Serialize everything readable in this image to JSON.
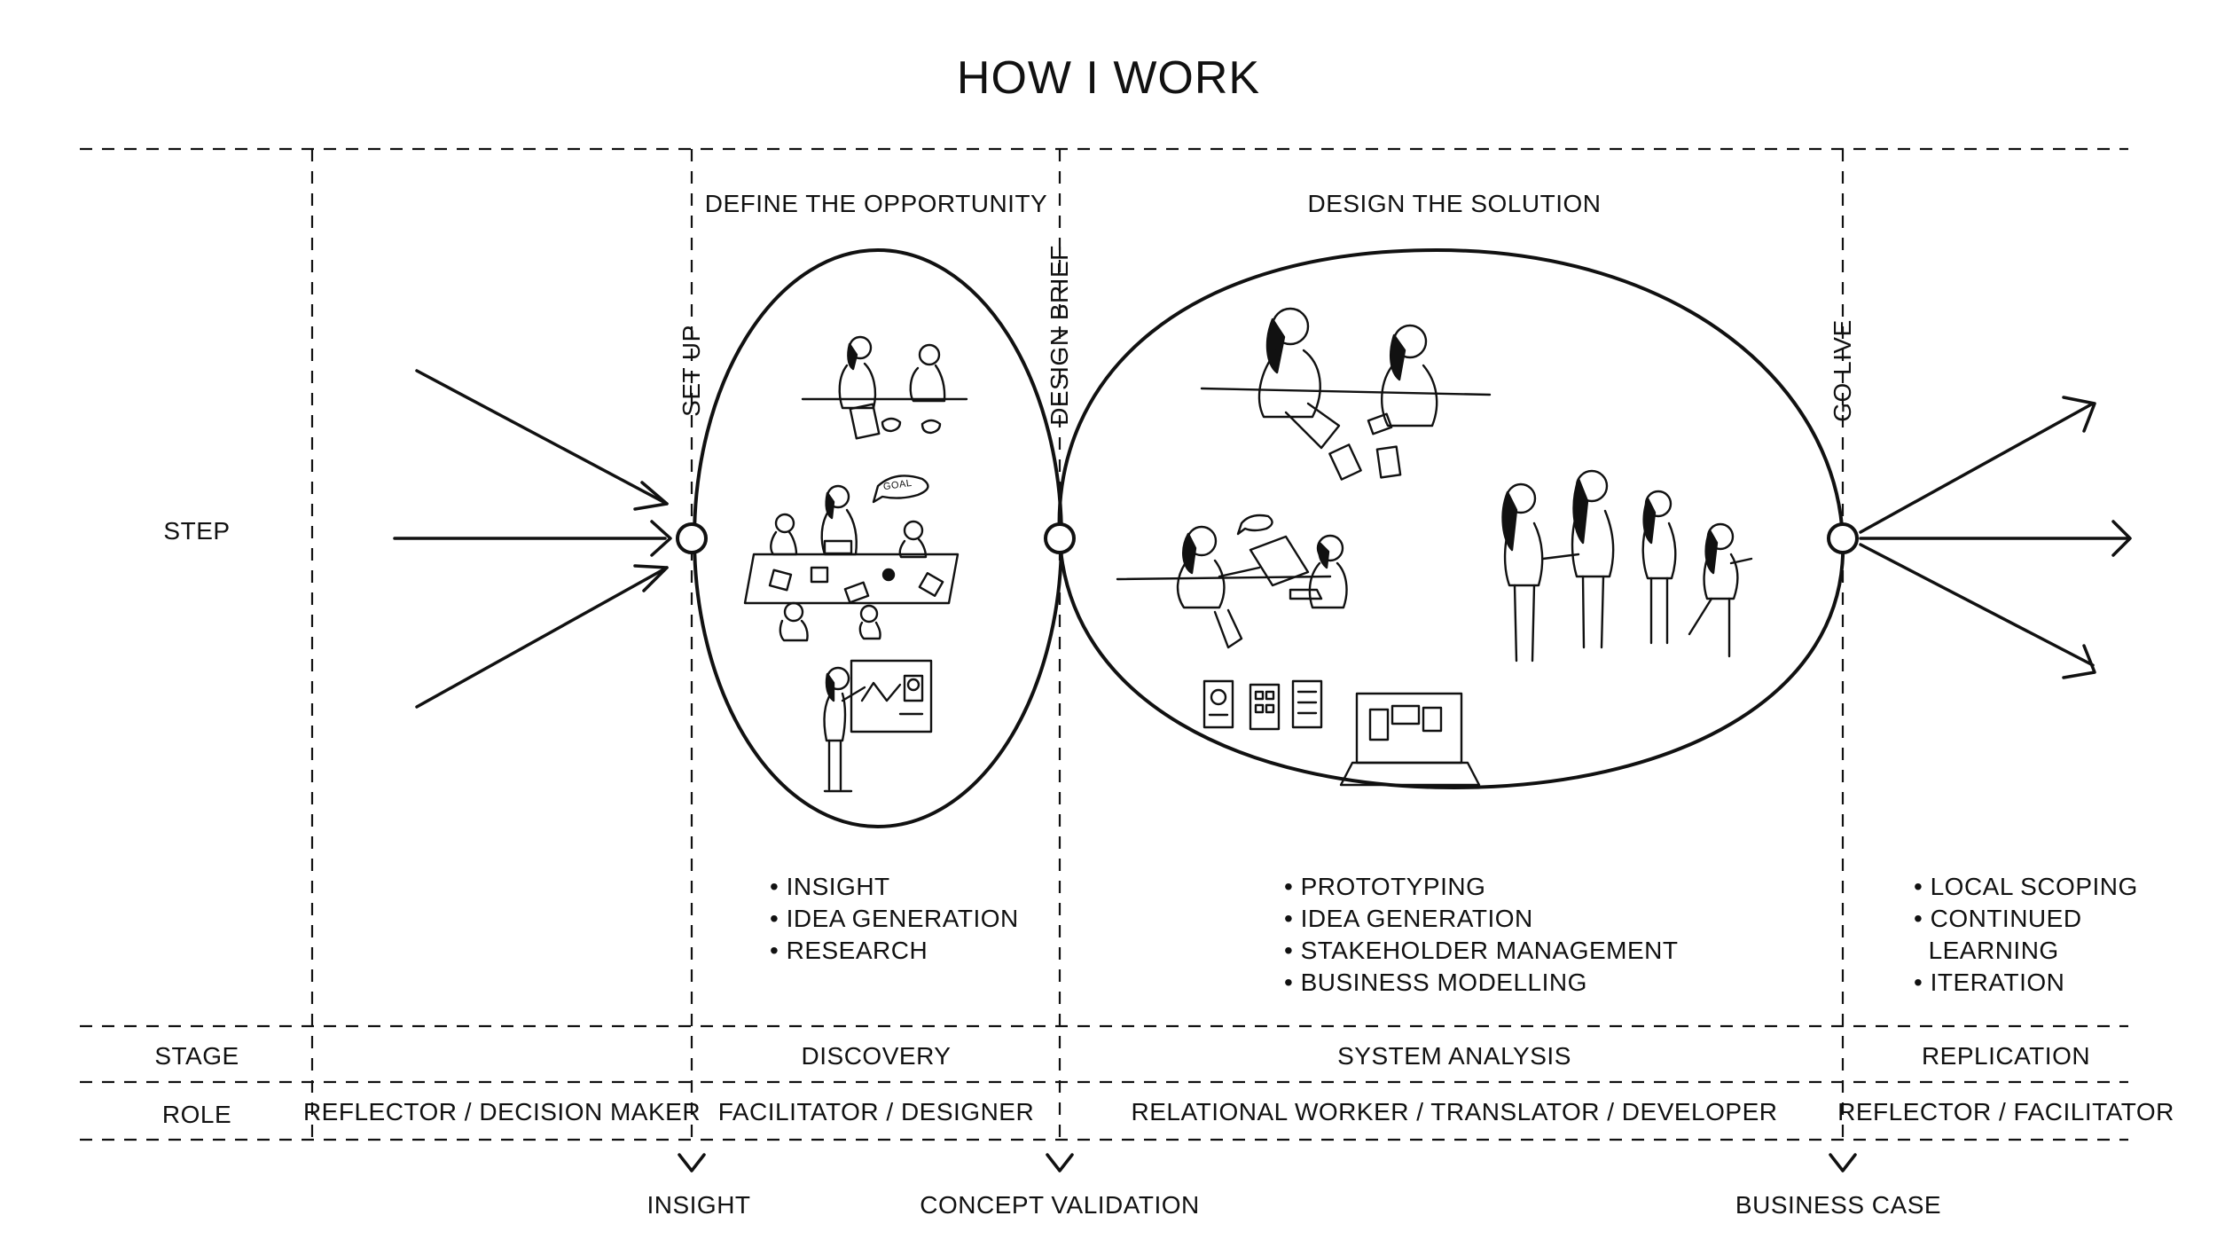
{
  "title": "HOW I WORK",
  "rows": {
    "step": "STEP",
    "stage": "STAGE",
    "role": "ROLE"
  },
  "phases": {
    "define": "DEFINE THE OPPORTUNITY",
    "design": "DESIGN THE SOLUTION"
  },
  "gates": {
    "setup": "SET UP",
    "design_brief": "DESIGN BRIEF",
    "go_live": "GO LIVE"
  },
  "activities": {
    "discovery": [
      "INSIGHT",
      "IDEA GENERATION",
      "RESEARCH"
    ],
    "system_analysis": [
      "PROTOTYPING",
      "IDEA GENERATION",
      "STAKEHOLDER MANAGEMENT",
      "BUSINESS MODELLING"
    ],
    "replication": [
      "LOCAL SCOPING",
      "CONTINUED",
      "LEARNING",
      "ITERATION"
    ]
  },
  "stages": {
    "discovery": "DISCOVERY",
    "system_analysis": "SYSTEM ANALYSIS",
    "replication": "REPLICATION"
  },
  "roles": {
    "pre": "REFLECTOR / DECISION MAKER",
    "discovery": "FACILITATOR / DESIGNER",
    "system_analysis": "RELATIONAL WORKER / TRANSLATOR / DEVELOPER",
    "replication": "REFLECTOR / FACILITATOR"
  },
  "milestones": {
    "insight": "INSIGHT",
    "concept_validation": "CONCEPT VALIDATION",
    "business_case": "BUSINESS CASE"
  },
  "sketch_note": "GOAL"
}
